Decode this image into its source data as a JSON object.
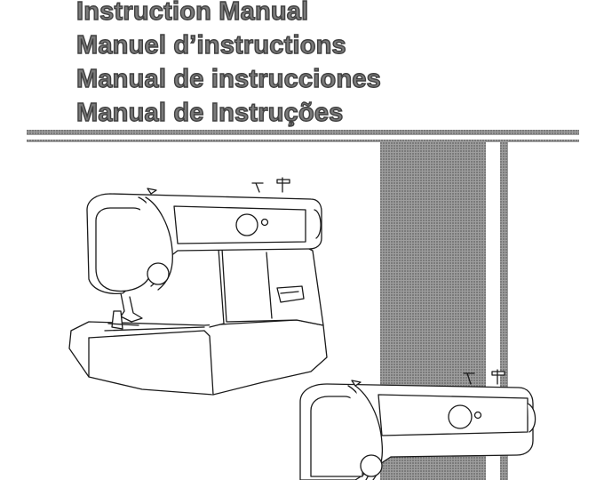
{
  "document": {
    "titles": [
      "Instruction Manual",
      "Manuel d’instructions",
      "Manual de instrucciones",
      "Manual de Instruções"
    ]
  },
  "illustrations": [
    {
      "icon": "sewing-machine-icon",
      "role": "main"
    },
    {
      "icon": "sewing-machine-icon",
      "role": "secondary"
    }
  ],
  "colors": {
    "title_fill": "#7a7a7a",
    "title_stroke": "#3f3f3f",
    "band": "#9e9e9e",
    "line_art": "#1a1a1a"
  }
}
